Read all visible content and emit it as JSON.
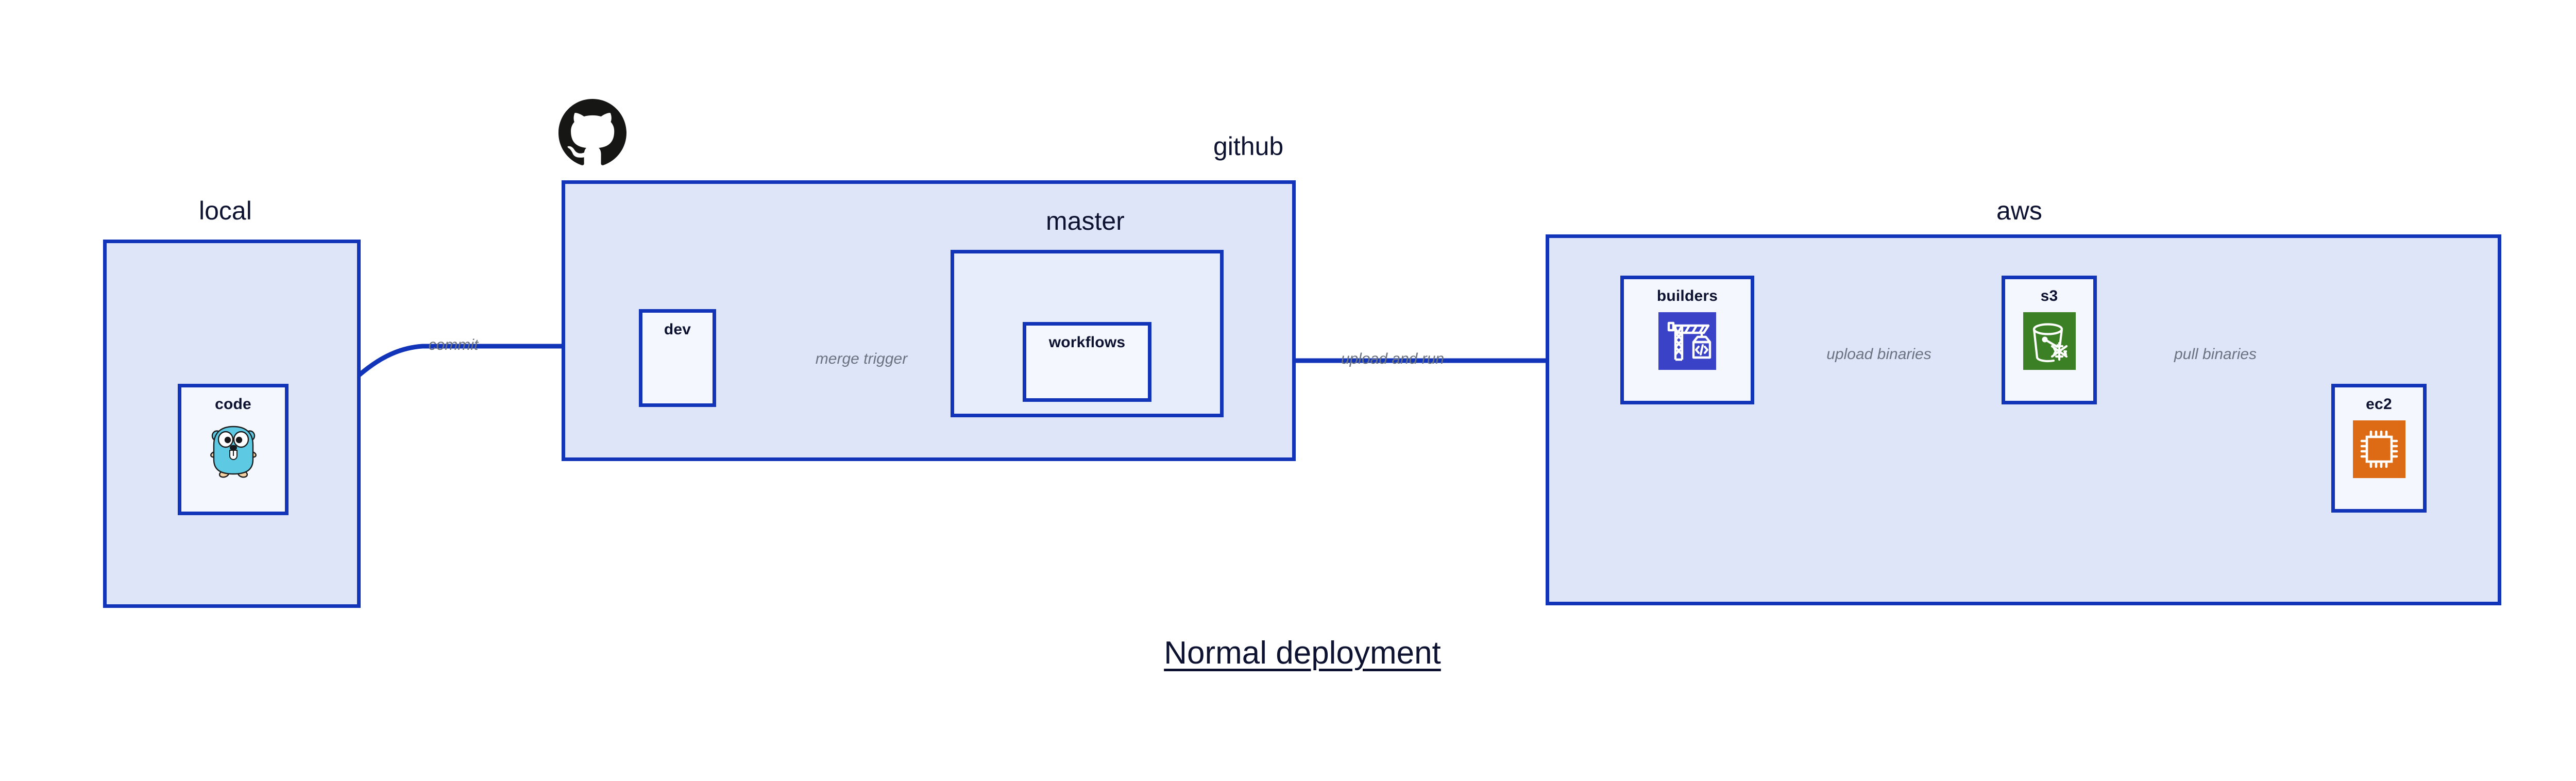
{
  "title": {
    "text": "Normal deployment"
  },
  "colors": {
    "border": "#1134B8",
    "group_fill": "#DFE5F8",
    "group_fill_nested": "#E8EDFB",
    "node_fill": "#F4F7FD",
    "text": "#0D1230",
    "edge_label": "#6B7280",
    "builders_icon_bg": "#3A43C8",
    "s3_icon_bg": "#3B8024",
    "ec2_icon_bg": "#DD6B15",
    "gopher": "#5DC9E2",
    "octocat": "#161614"
  },
  "groups": [
    {
      "id": "local",
      "label": "local"
    },
    {
      "id": "github",
      "label": "github"
    },
    {
      "id": "master",
      "label": "master"
    },
    {
      "id": "aws",
      "label": "aws"
    }
  ],
  "nodes": [
    {
      "id": "code",
      "label": "code",
      "icon": "go-gopher-icon"
    },
    {
      "id": "dev",
      "label": "dev",
      "icon": "none"
    },
    {
      "id": "workflows",
      "label": "workflows",
      "icon": "none"
    },
    {
      "id": "builders",
      "label": "builders",
      "icon": "aws-codebuild-crane-icon"
    },
    {
      "id": "s3",
      "label": "s3",
      "icon": "aws-s3-bucket-snowflake-icon"
    },
    {
      "id": "ec2",
      "label": "ec2",
      "icon": "aws-ec2-chip-icon"
    }
  ],
  "edges": [
    {
      "id": "code-to-dev",
      "label": "commit"
    },
    {
      "id": "dev-to-workflows",
      "label": "merge trigger"
    },
    {
      "id": "workflows-to-builders",
      "label": "upload and run"
    },
    {
      "id": "builders-to-s3",
      "label": "upload binaries"
    },
    {
      "id": "s3-to-ec2",
      "label": "pull binaries"
    }
  ],
  "logos": [
    {
      "id": "github-octocat",
      "name": "github-octocat-logo"
    }
  ]
}
